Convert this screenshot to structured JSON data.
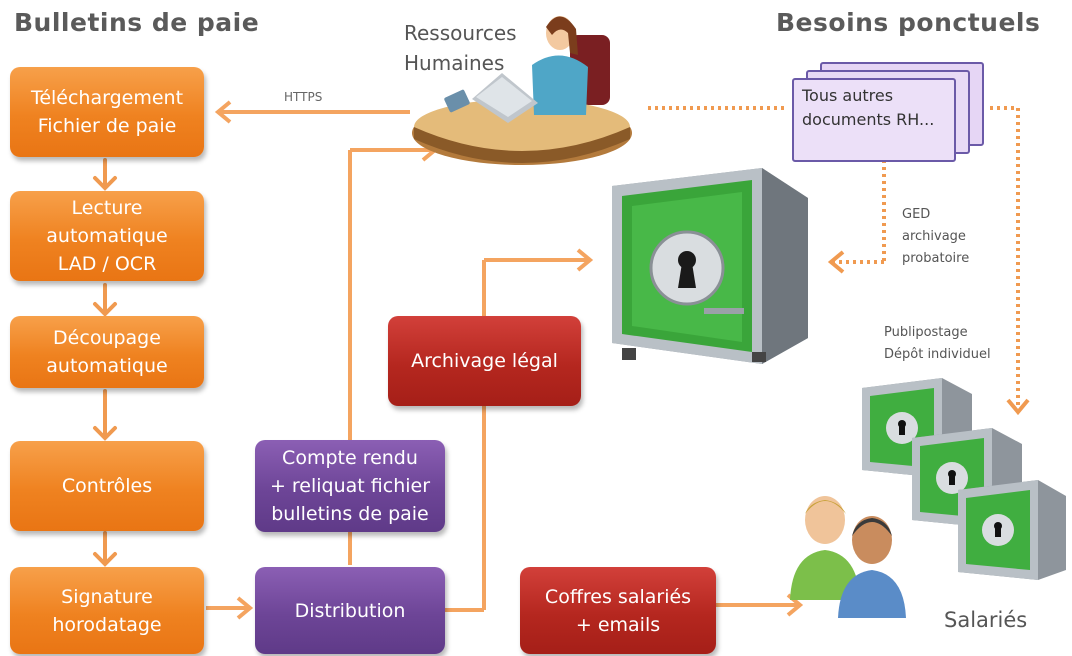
{
  "titles": {
    "left": "Bulletins de paie",
    "right": "Besoins ponctuels"
  },
  "hr": {
    "label": "Ressources\nHumaines",
    "link_label": "HTTPS"
  },
  "flow_left": [
    {
      "label": "Téléchargement\nFichier de paie"
    },
    {
      "label": "Lecture\nautomatique\nLAD / OCR"
    },
    {
      "label": "Découpage\nautomatique"
    },
    {
      "label": "Contrôles"
    },
    {
      "label": "Signature\nhorodatage"
    }
  ],
  "boxes": {
    "compte_rendu": "Compte rendu\n+ reliquat fichier\nbulletins de paie",
    "distribution": "Distribution",
    "archivage": "Archivage légal",
    "coffres": "Coffres salariés\n+ emails"
  },
  "documents": {
    "label": "Tous autres\ndocuments RH..."
  },
  "annotations": {
    "ged": "GED\narchivage\nprobatoire",
    "publipostage": "Publipostage\nDépôt individuel"
  },
  "people": {
    "label": "Salariés"
  },
  "colors": {
    "orange": "#ef8220",
    "purple": "#6d4597",
    "red": "#b5271f",
    "arrow": "#f4a460",
    "safe_green": "#3aa53a"
  }
}
